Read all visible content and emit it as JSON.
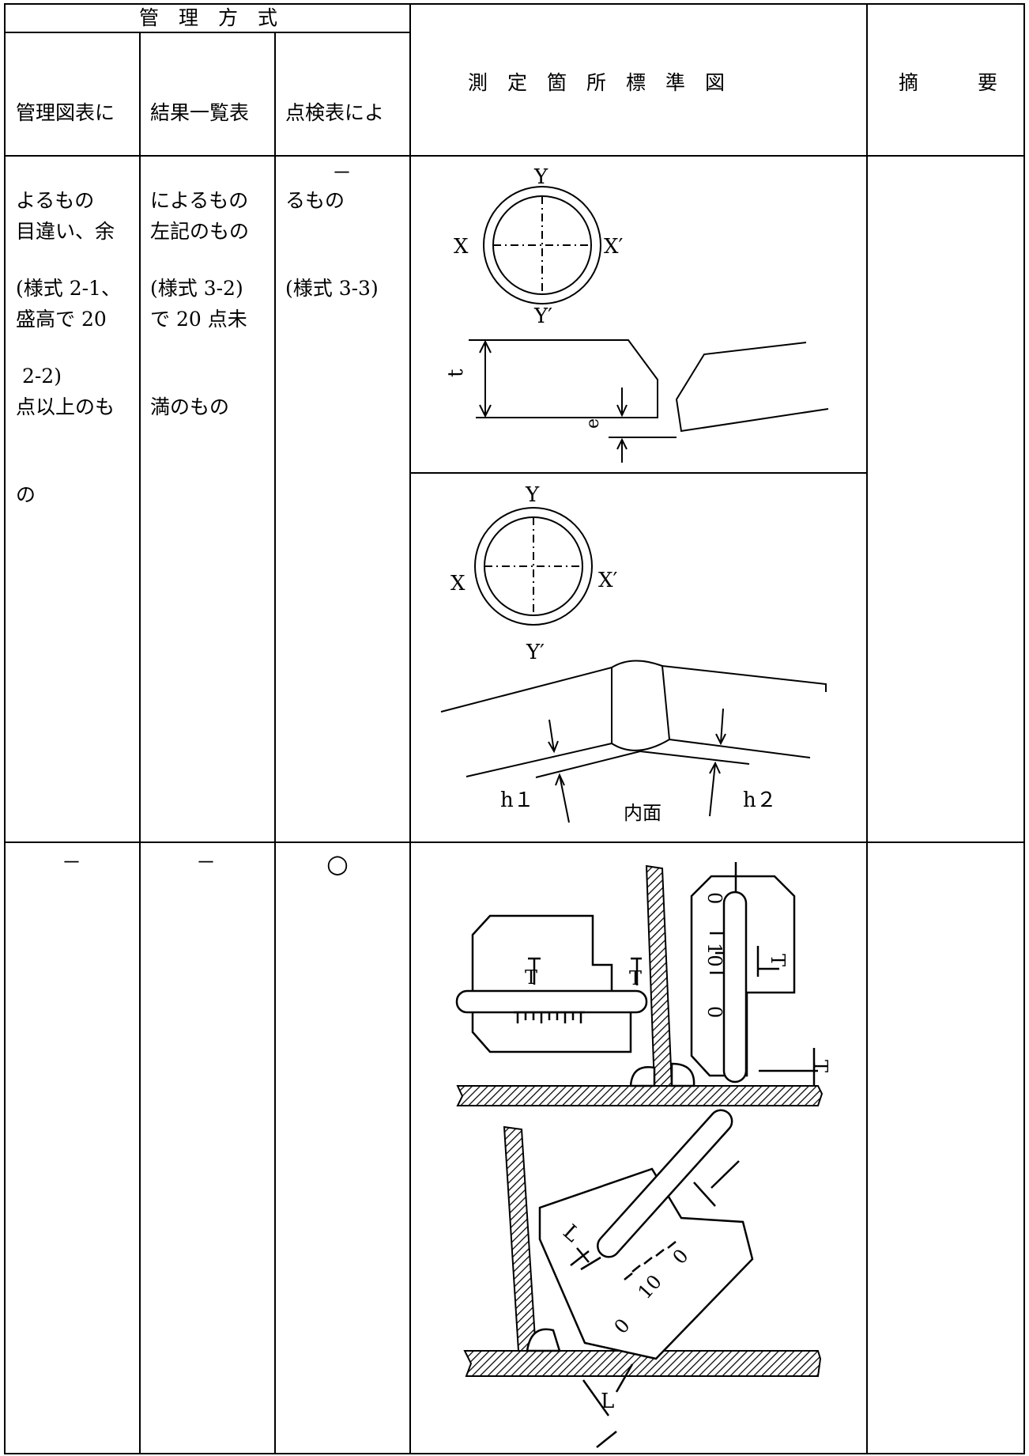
{
  "header": {
    "management_method": "管　理　方　式",
    "col_chart": [
      "管理図表に",
      "よるもの",
      "(様式 2-1、",
      " 2-2)"
    ],
    "col_list": [
      "結果一覧表",
      "によるもの",
      "(様式 3-2)"
    ],
    "col_check": [
      "点検表によ",
      "るもの",
      "(様式 3-3)"
    ],
    "col_diagram": "測　定　箇　所　標　準　図",
    "col_summary": "摘　　　要"
  },
  "row1": {
    "chart": [
      "目違い、余",
      "盛高で 20",
      "点以上のも",
      "の"
    ],
    "list": [
      "左記のもの",
      "で 20 点未",
      "満のもの"
    ],
    "check": "－"
  },
  "row2": {
    "chart": "－",
    "list": "－",
    "check": "○"
  },
  "diagram_labels": {
    "y": "Y",
    "y_prime": "Y′",
    "x": "X",
    "x_prime": "X′",
    "t": "t",
    "e": "e",
    "h1": "h１",
    "h2": "h２",
    "inner": "内面",
    "T": "T",
    "L": "L",
    "scale_10": "10",
    "scale_0": "0"
  }
}
